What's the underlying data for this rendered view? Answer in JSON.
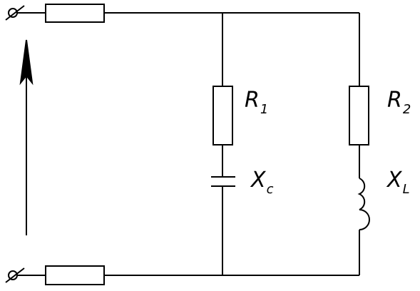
{
  "diagram": {
    "components": {
      "r1": {
        "letter": "R",
        "subscript": "1"
      },
      "r2": {
        "letter": "R",
        "subscript": "2"
      },
      "xc": {
        "letter": "X",
        "subscript": "c"
      },
      "xl": {
        "letter": "X",
        "subscript": "L"
      }
    },
    "colors": {
      "line": "#000000",
      "background": "#ffffff"
    }
  }
}
